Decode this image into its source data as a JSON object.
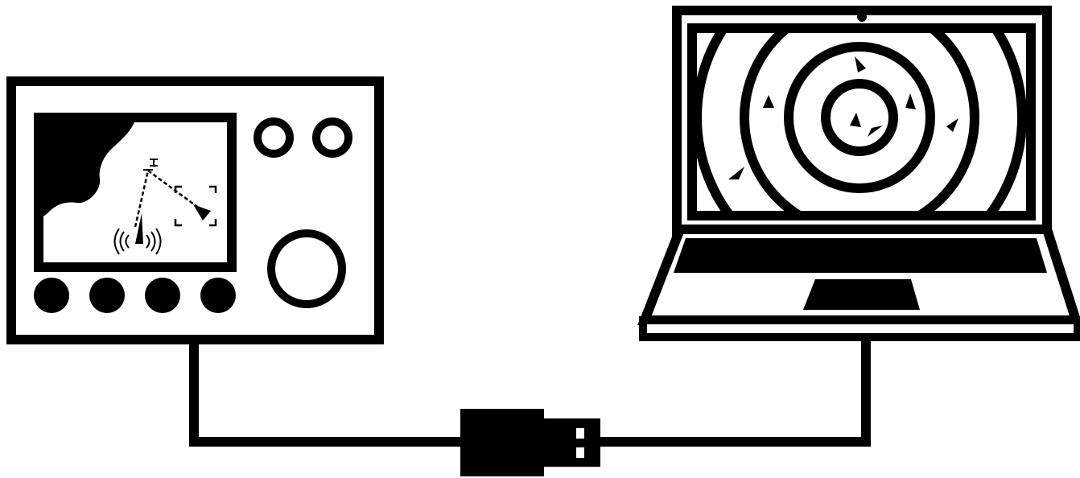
{
  "diagram": {
    "nodes": [
      {
        "id": "chartplotter",
        "icon": "chartplotter-icon"
      },
      {
        "id": "laptop",
        "icon": "laptop-icon"
      }
    ],
    "connection": {
      "from": "chartplotter",
      "to": "laptop",
      "icon": "usb-plug-icon"
    }
  },
  "colors": {
    "stroke": "#000000",
    "fill": "#000000",
    "background": "#ffffff"
  }
}
